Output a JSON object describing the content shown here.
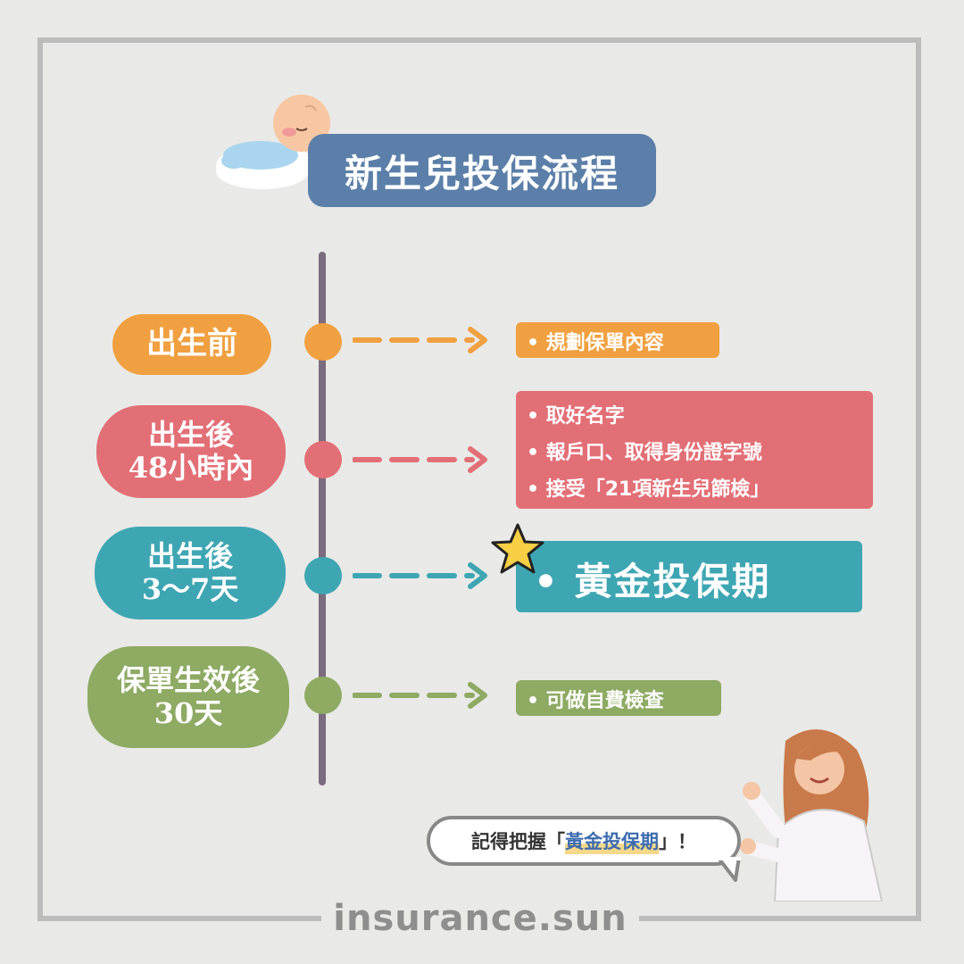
{
  "title": "新生兒投保流程",
  "stages": [
    {
      "label_lines": [
        "出生前"
      ],
      "color": "#f0a040",
      "notes": [
        "• 規劃保單內容"
      ]
    },
    {
      "label_lines": [
        "出生後",
        "48小時內"
      ],
      "color": "#e36f76",
      "notes": [
        "• 取好名字",
        "• 報戶口、取得身份證字號",
        "• 接受「21項新生兒篩檢」"
      ]
    },
    {
      "label_lines": [
        "出生後",
        "3～7天"
      ],
      "color": "#3ea6b3",
      "notes": [
        "• 黃金投保期"
      ]
    },
    {
      "label_lines": [
        "保單生效後",
        "30天"
      ],
      "color": "#8eaa63",
      "notes": [
        "• 可做自費檢查"
      ]
    }
  ],
  "reminder": {
    "prefix": "記得把握「",
    "highlight": "黃金投保期",
    "suffix": "」！"
  },
  "brand": "insurance.sun",
  "icons": [
    "baby-icon",
    "star-icon",
    "woman-pointing-illustration",
    "arrow-right-icon"
  ]
}
